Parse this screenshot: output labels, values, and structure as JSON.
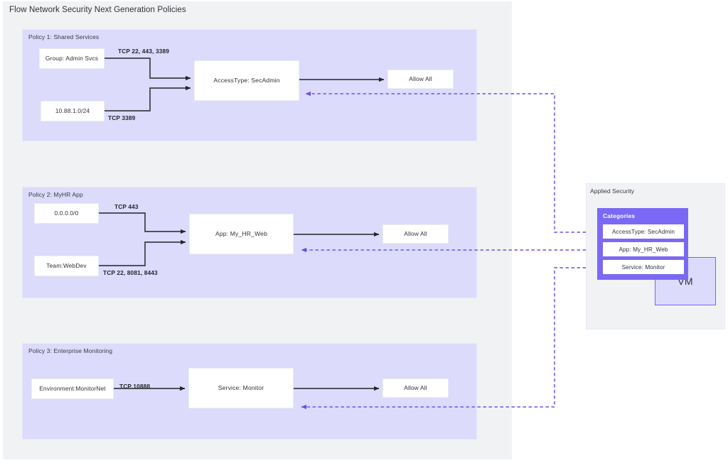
{
  "diagram": {
    "title": "Flow Network Security Next Generation Policies"
  },
  "policies": [
    {
      "title": "Policy 1: Shared Services",
      "sources": [
        {
          "label": "Group: Admin Svcs"
        },
        {
          "label": "10.88.1.0/24"
        }
      ],
      "edge_labels": [
        {
          "label": "TCP 22, 443, 3389"
        },
        {
          "label": "TCP 3389"
        }
      ],
      "target": {
        "label": "AccessType: SecAdmin"
      },
      "action": {
        "label": "Allow All"
      }
    },
    {
      "title": "Policy 2: MyHR App",
      "sources": [
        {
          "label": "0.0.0.0/0"
        },
        {
          "label": "Team:WebDev"
        }
      ],
      "edge_labels": [
        {
          "label": "TCP 443"
        },
        {
          "label": "TCP 22, 8081, 8443"
        }
      ],
      "target": {
        "label": "App: My_HR_Web"
      },
      "action": {
        "label": "Allow All"
      }
    },
    {
      "title": "Policy 3: Enterprise Monitoring",
      "sources": [
        {
          "label": "Environment:MonitorNet"
        }
      ],
      "edge_labels": [
        {
          "label": "TCP 10888"
        }
      ],
      "target": {
        "label": "Service: Monitor"
      },
      "action": {
        "label": "Allow All"
      }
    }
  ],
  "applied_security": {
    "title": "Applied Security",
    "categories": {
      "title": "Categories",
      "items": [
        {
          "label": "AccessType: SecAdmin"
        },
        {
          "label": "App: My_HR_Web"
        },
        {
          "label": "Service: Monitor"
        }
      ]
    },
    "vm": {
      "label": "VM"
    }
  },
  "colors": {
    "page_background": "#ffffff",
    "panel_background": "#f1f2f4",
    "policy_background": "#dcdbfb",
    "accent_purple": "#7b68f5",
    "vm_border": "#7b63f0",
    "node_background": "#ffffff",
    "arrow_solid": "#3c3d46",
    "text_primary": "#31323a"
  }
}
